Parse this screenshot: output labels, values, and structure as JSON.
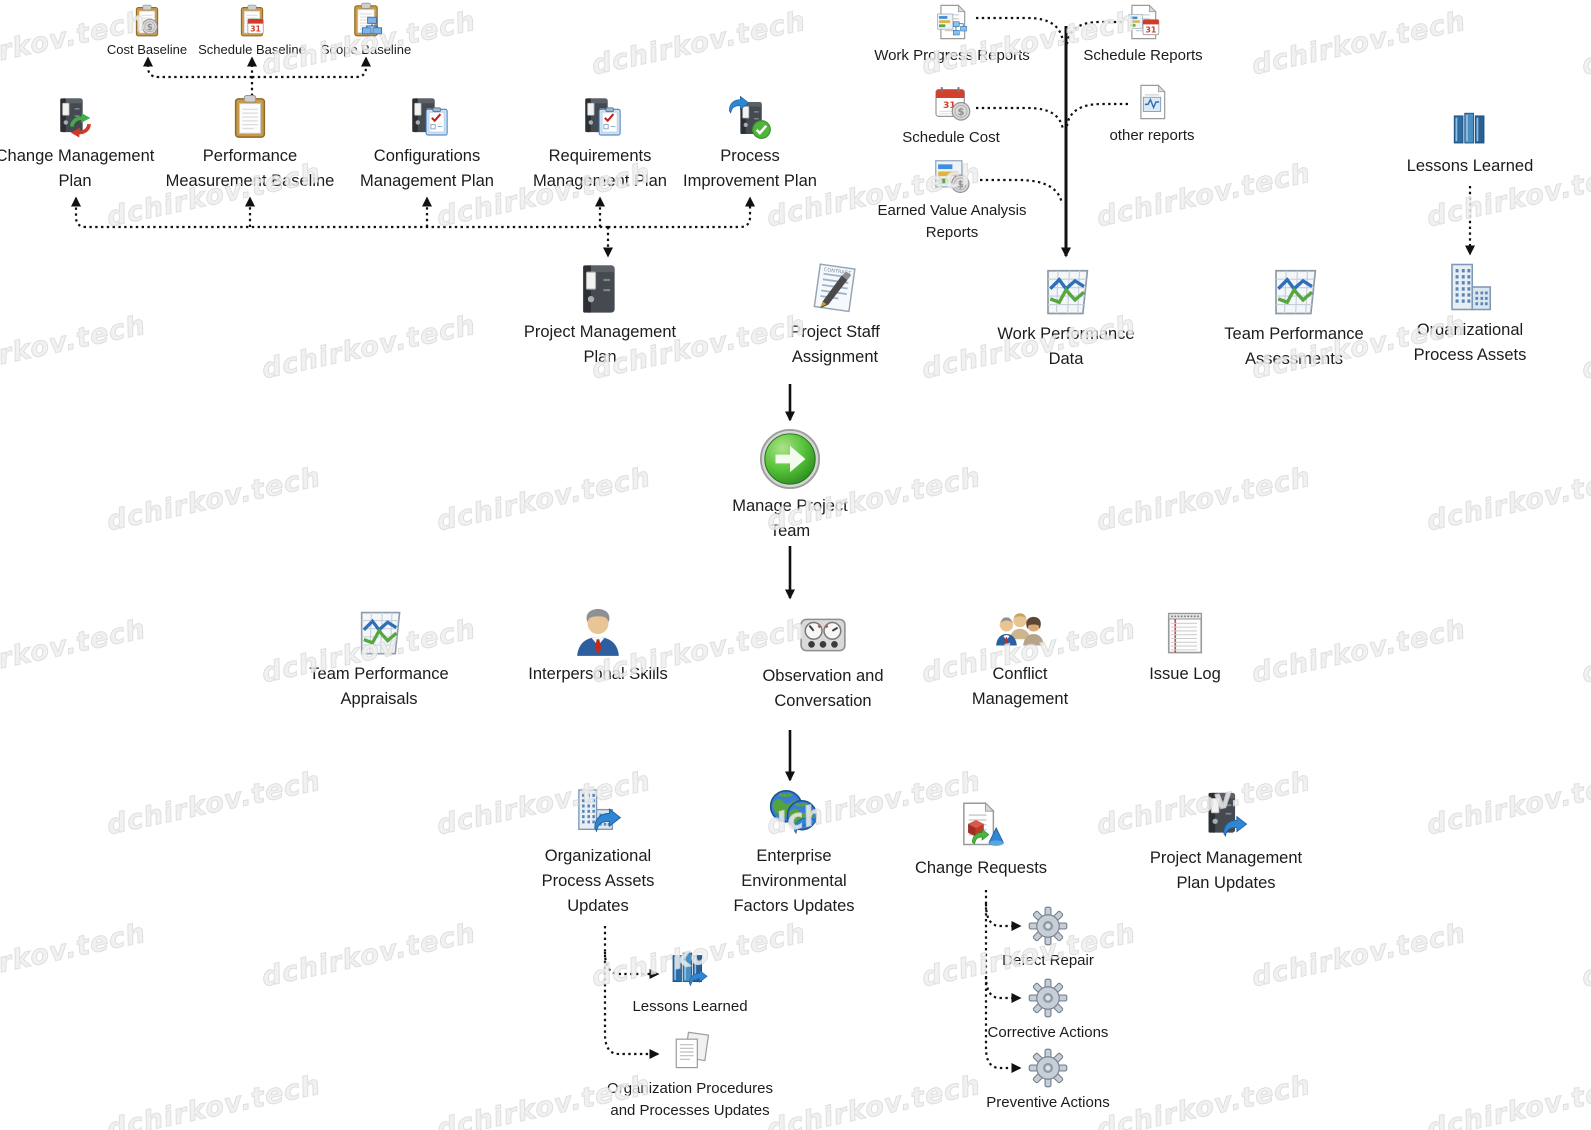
{
  "watermark": {
    "text": "dchirkov.tech"
  },
  "colors": {
    "connector": "#111111",
    "label": "#1c1c1c",
    "process_green": "#52b43c",
    "update_arrow_blue": "#2f86d2",
    "background": "#ffffff"
  },
  "diagram": {
    "inputs": {
      "baselines": {
        "cost": {
          "label": "Cost Baseline",
          "icon": "clipboard-dollar-icon"
        },
        "schedule": {
          "label": "Schedule Baseline",
          "icon": "clipboard-calendar-icon"
        },
        "scope": {
          "label": "Scope Baseline",
          "icon": "clipboard-wbs-icon"
        }
      },
      "plans": {
        "change": {
          "label": "Change Management\nPlan",
          "icon": "binder-recycle-icon"
        },
        "performance": {
          "label": "Performance\nMeasurement Baseline",
          "icon": "clipboard-icon"
        },
        "configurations": {
          "label": "Configurations\nManagement Plan",
          "icon": "binder-checklist-icon"
        },
        "requirements": {
          "label": "Requirements\nManagement Plan",
          "icon": "binder-checklist-icon"
        },
        "process_improvement": {
          "label": "Process\nImprovement Plan",
          "icon": "binder-improvement-icon"
        }
      },
      "reports": {
        "work_progress": {
          "label": "Work Progress Reports",
          "icon": "report-gantt-flow-icon"
        },
        "schedule": {
          "label": "Schedule Reports",
          "icon": "report-calendar-icon"
        },
        "schedule_cost": {
          "label": "Schedule Cost",
          "icon": "calendar-dollar-icon"
        },
        "other": {
          "label": "other reports",
          "icon": "report-pulse-icon"
        },
        "earned_value": {
          "label": "Earned Value Analysis\nReports",
          "icon": "gantt-dollar-icon"
        }
      },
      "main": {
        "project_management_plan": {
          "label": "Project Management\nPlan",
          "icon": "binder-icon"
        },
        "project_staff_assignment": {
          "label": "Project Staff\nAssignment",
          "icon": "contract-pen-icon"
        },
        "work_performance_data": {
          "label": "Work Performance\nData",
          "icon": "spreadsheet-chart-icon"
        },
        "team_performance_assessments": {
          "label": "Team Performance\nAssessments",
          "icon": "spreadsheet-chart-icon"
        },
        "organizational_process_assets": {
          "label": "Organizational\nProcess Assets",
          "icon": "building-icon"
        },
        "lessons_learned": {
          "label": "Lessons Learned",
          "icon": "books-icon"
        }
      }
    },
    "process": {
      "label": "Manage Project\nTeam",
      "icon": "green-arrow-circle-icon"
    },
    "tools": {
      "team_performance_appraisals": {
        "label": "Team Performance\nAppraisals",
        "icon": "spreadsheet-chart-icon"
      },
      "interpersonal_skills": {
        "label": "Interpersonal Skills",
        "icon": "businessman-icon"
      },
      "observation_and_conversation": {
        "label": "Observation and\nConversation",
        "icon": "gauges-icon"
      },
      "conflict_management": {
        "label": "Conflict\nManagement",
        "icon": "people-group-icon"
      },
      "issue_log": {
        "label": "Issue Log",
        "icon": "notepad-icon"
      }
    },
    "outputs": {
      "opa_updates": {
        "label": "Organizational\nProcess Assets\nUpdates",
        "icon": "building-arrow-icon"
      },
      "eef_updates": {
        "label": "Enterprise\nEnvironmental\nFactors Updates",
        "icon": "globes-arrow-icon"
      },
      "change_requests": {
        "label": "Change Requests",
        "icon": "change-request-doc-icon"
      },
      "pmp_updates": {
        "label": "Project Management\nPlan Updates",
        "icon": "binder-arrow-icon"
      }
    },
    "opa_update_items": {
      "lessons_learned": {
        "label": "Lessons Learned",
        "icon": "books-arrow-icon"
      },
      "organization_procedures": {
        "label": "Organization Procedures\nand Processes Updates",
        "icon": "documents-icon"
      }
    },
    "change_request_types": {
      "defect_repair": {
        "label": "Defect Repair",
        "icon": "gear-icon"
      },
      "corrective_actions": {
        "label": "Corrective Actions",
        "icon": "gear-icon"
      },
      "preventive_actions": {
        "label": "Preventive Actions",
        "icon": "gear-icon"
      }
    }
  }
}
